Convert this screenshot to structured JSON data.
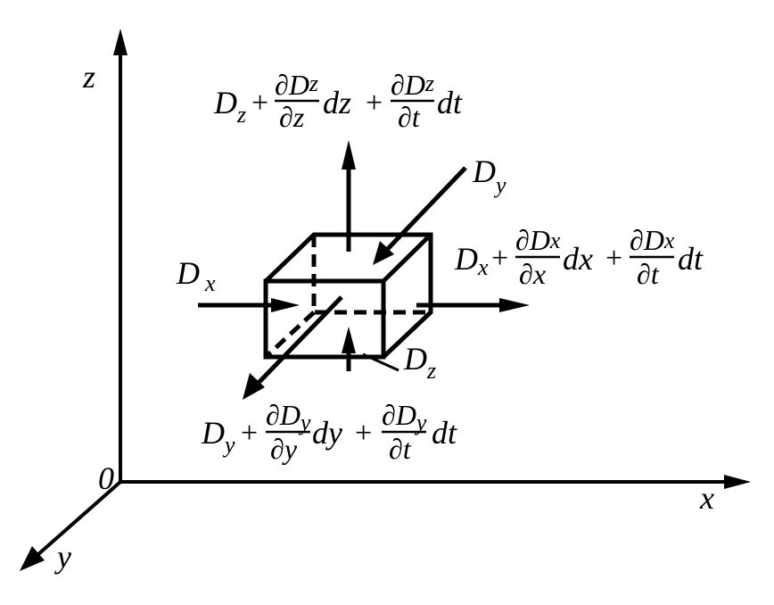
{
  "axes": {
    "x": "x",
    "y": "y",
    "z": "z",
    "origin": "0"
  },
  "labels": {
    "dx_in": {
      "D": "D",
      "sub": "x"
    },
    "dz_in": {
      "D": "D",
      "sub": "z"
    },
    "dy_in": {
      "D": "D",
      "sub": "y"
    }
  },
  "expr_z": {
    "D": "D",
    "sub": "z",
    "plus": "+",
    "num1": "∂D",
    "num1_sub": "z",
    "den1": "∂z",
    "mid": "dz",
    "plus2": "+",
    "num2": "∂D",
    "num2_sub": "z",
    "den2": "∂t",
    "end": "dt"
  },
  "expr_x": {
    "D": "D",
    "sub": "x",
    "plus": "+",
    "num1": "∂D",
    "num1_sub": "x",
    "den1": "∂x",
    "mid": "dx",
    "plus2": "+",
    "num2": "∂D",
    "num2_sub": "x",
    "den2": "∂t",
    "end": "dt"
  },
  "expr_y": {
    "D": "D",
    "sub": "y",
    "plus": "+",
    "num1": "∂D",
    "num1_sub": "y",
    "den1": "∂y",
    "mid": "dy",
    "plus2": "+",
    "num2": "∂D",
    "num2_sub": "y",
    "den2": "∂t",
    "end": "dt"
  }
}
